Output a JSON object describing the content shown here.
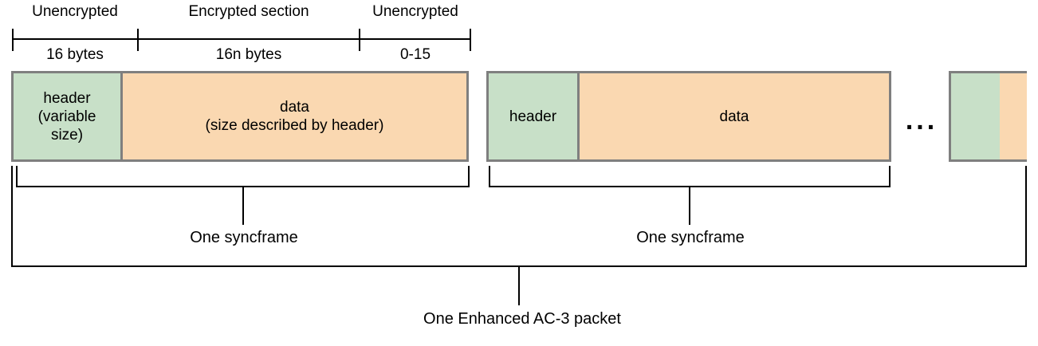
{
  "colors": {
    "header_fill": "#c8e0c8",
    "data_fill": "#fad8b1",
    "box_border": "#7f7f7f",
    "line_color": "#000000"
  },
  "ruler": {
    "sections": [
      {
        "label": "Unencrypted",
        "size": "16 bytes"
      },
      {
        "label": "Encrypted section",
        "size": "16n bytes"
      },
      {
        "label": "Unencrypted",
        "size": "0-15"
      }
    ]
  },
  "syncframe1": {
    "header": "header\n(variable\nsize)",
    "data": "data\n(size described by header)",
    "caption": "One syncframe"
  },
  "syncframe2": {
    "header": "header",
    "data": "data",
    "caption": "One syncframe"
  },
  "ellipsis": "...",
  "packet": {
    "caption": "One Enhanced AC-3 packet"
  }
}
